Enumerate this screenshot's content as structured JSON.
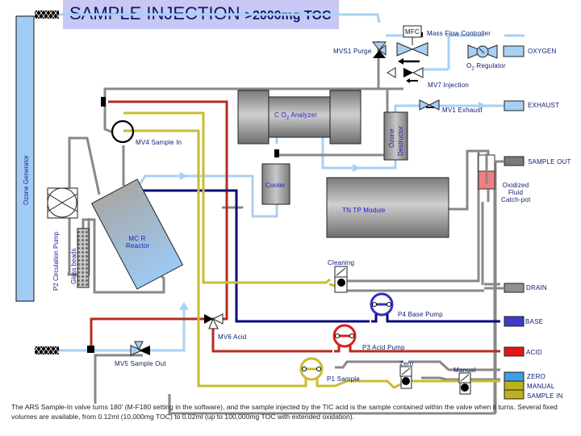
{
  "title": {
    "main": "SAMPLE INJECTION",
    "sub": ">2000mg TOC"
  },
  "components": {
    "mfc": "MFC",
    "mass_flow_controller": "Mass Flow Controller",
    "mvs1_purge": "MVS1 Purge",
    "oxygen": "OXYGEN",
    "o2_regulator_o": "O",
    "o2_regulator_sub": "2",
    "o2_regulator_rest": " Regulator",
    "mv7_injection": "MV7 Injection",
    "exhaust": "EXHAUST",
    "mv1_exhaust": "MV1 Exhaust",
    "co2_analyzer_a": "C O",
    "co2_analyzer_sub": "2",
    "co2_analyzer_b": " Analyzer",
    "ozone_destructor_1": "Ozone",
    "ozone_destructor_2": "Destructor",
    "mv4_sample_in": "MV4 Sample In",
    "sample_out": "SAMPLE OUT",
    "ozone_generator": "Ozone Generator",
    "cooler": "Cooler",
    "oxidized_1": "Oxidized",
    "oxidized_2": "Fluid",
    "oxidized_3": "Catch-pot",
    "tntp_module": "TN TP Module",
    "p2_circulation_pump": "P2 Circulation Pump",
    "glass_beads": "Glass beads",
    "mcr_reactor_1": "MC R",
    "mcr_reactor_2": "Reactor",
    "cleaning": "Cleaning",
    "drain": "DRAIN",
    "p4_base_pump": "P4 Base Pump",
    "base": "BASE",
    "mv6_acid": "MV6 Acid",
    "p3_acid_pump": "P3 Acid Pump",
    "acid": "ACID",
    "mv5_sample_out": "MV5 Sample Out",
    "zero_valve": "Zero",
    "manual_valve": "Manual",
    "p1_sample": "P1 Sample",
    "zero": "ZERO",
    "manual": "MANUAL",
    "sample_in": "SAMPLE IN"
  },
  "caption": "The ARS Sample-In valve turns 180' (M-F180 setting in the software), and the sample injected by the TIC acid is the sample contained within the valve when it turns. Several fixed volumes are available, from 0.12ml (10,000mg TOC) to 0.02ml (up to 100,000mg TOC with extended oxidation).",
  "colors": {
    "oxygen_line": "#a8d0f4",
    "gas_line_gray": "#888888",
    "acid_line": "#b42d20",
    "base_line": "#0a0a78",
    "sample_line": "#c8bc30",
    "base_pump": "#3232c0",
    "acid_pump": "#dc1e1e",
    "drain_port": "#909090",
    "base_port": "#3c3cc8",
    "acid_port": "#e81414",
    "zero_port": "#3ca0e6",
    "sample_port": "#c0b020",
    "catchpot_fluid": "#f08080"
  }
}
